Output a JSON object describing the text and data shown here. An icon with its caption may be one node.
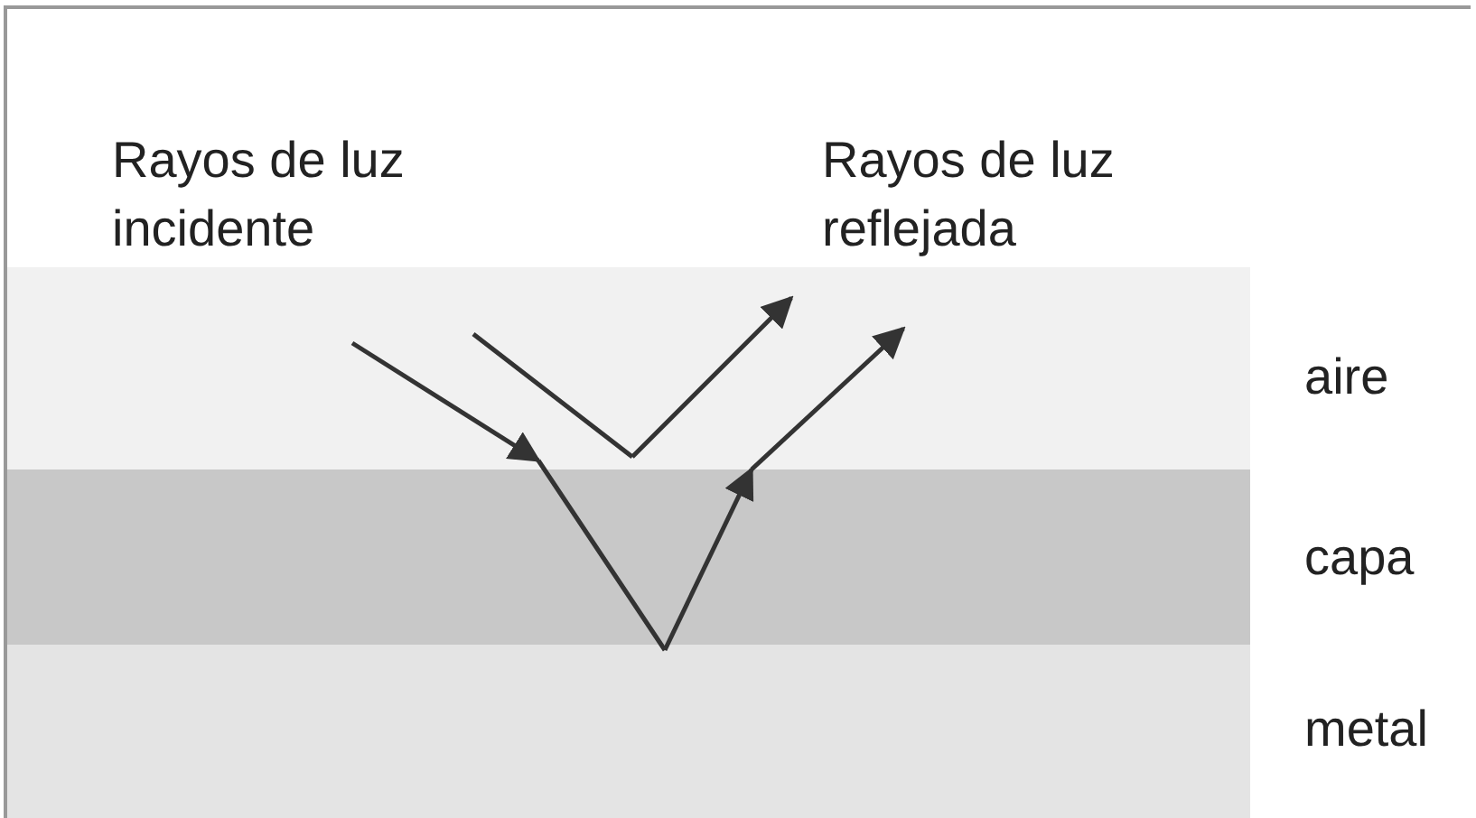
{
  "diagram": {
    "labels": [
      "Rayos de luz incidente",
      "Rayos de luz reflejada",
      "aire",
      "capa",
      "metal"
    ]
  }
}
